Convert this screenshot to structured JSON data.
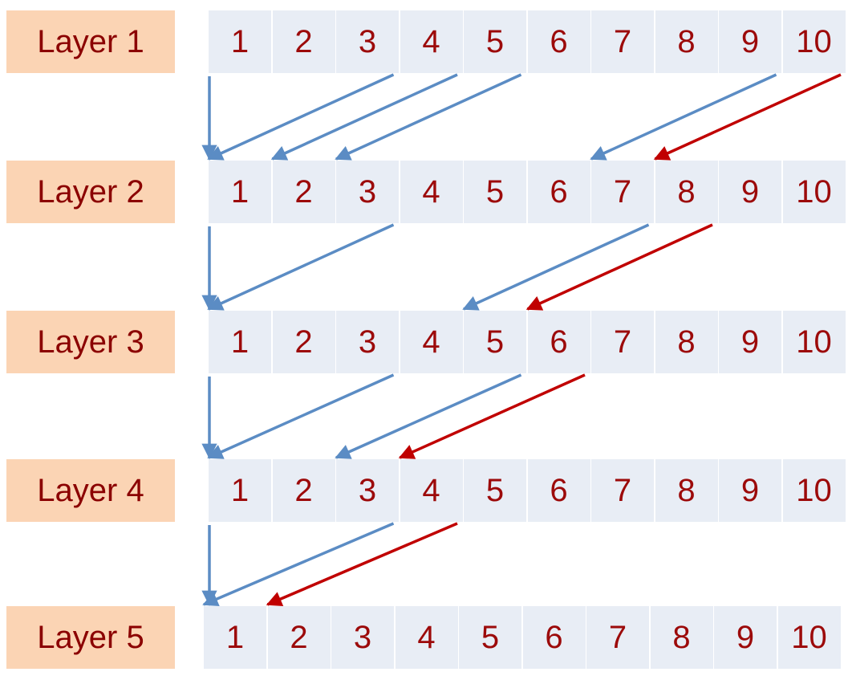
{
  "layers": [
    {
      "label": "Layer 1",
      "cells": [
        "1",
        "2",
        "3",
        "4",
        "5",
        "6",
        "7",
        "8",
        "9",
        "10"
      ]
    },
    {
      "label": "Layer 2",
      "cells": [
        "1",
        "2",
        "3",
        "4",
        "5",
        "6",
        "7",
        "8",
        "9",
        "10"
      ]
    },
    {
      "label": "Layer 3",
      "cells": [
        "1",
        "2",
        "3",
        "4",
        "5",
        "6",
        "7",
        "8",
        "9",
        "10"
      ]
    },
    {
      "label": "Layer 4",
      "cells": [
        "1",
        "2",
        "3",
        "4",
        "5",
        "6",
        "7",
        "8",
        "9",
        "10"
      ]
    },
    {
      "label": "Layer 5",
      "cells": [
        "1",
        "2",
        "3",
        "4",
        "5",
        "6",
        "7",
        "8",
        "9",
        "10"
      ]
    }
  ],
  "connections": [
    {
      "from_layer": 1,
      "to_layer": 2,
      "vertical": true,
      "edges": [
        {
          "from": 4,
          "to": 1,
          "color": "blue"
        },
        {
          "from": 5,
          "to": 2,
          "color": "blue"
        },
        {
          "from": 6,
          "to": 3,
          "color": "blue"
        },
        {
          "from": 10,
          "to": 7,
          "color": "blue"
        },
        {
          "from": 11,
          "to": 8,
          "color": "red"
        }
      ]
    },
    {
      "from_layer": 2,
      "to_layer": 3,
      "vertical": true,
      "edges": [
        {
          "from": 4,
          "to": 1,
          "color": "blue"
        },
        {
          "from": 8,
          "to": 5,
          "color": "blue"
        },
        {
          "from": 9,
          "to": 6,
          "color": "red"
        }
      ]
    },
    {
      "from_layer": 3,
      "to_layer": 4,
      "vertical": true,
      "edges": [
        {
          "from": 4,
          "to": 1,
          "color": "blue"
        },
        {
          "from": 6,
          "to": 3,
          "color": "blue"
        },
        {
          "from": 7,
          "to": 4,
          "color": "red"
        }
      ]
    },
    {
      "from_layer": 4,
      "to_layer": 5,
      "vertical": true,
      "edges": [
        {
          "from": 4,
          "to": 1,
          "color": "blue"
        },
        {
          "from": 5,
          "to": 2,
          "color": "red"
        }
      ]
    }
  ],
  "colors": {
    "label_bg": "#fbd4b4",
    "label_text": "#8b0000",
    "cell_bg": "#e8edf5",
    "cell_text": "#9c0a0a",
    "arrow_blue": "#5b8cc4",
    "arrow_red": "#c00000"
  }
}
